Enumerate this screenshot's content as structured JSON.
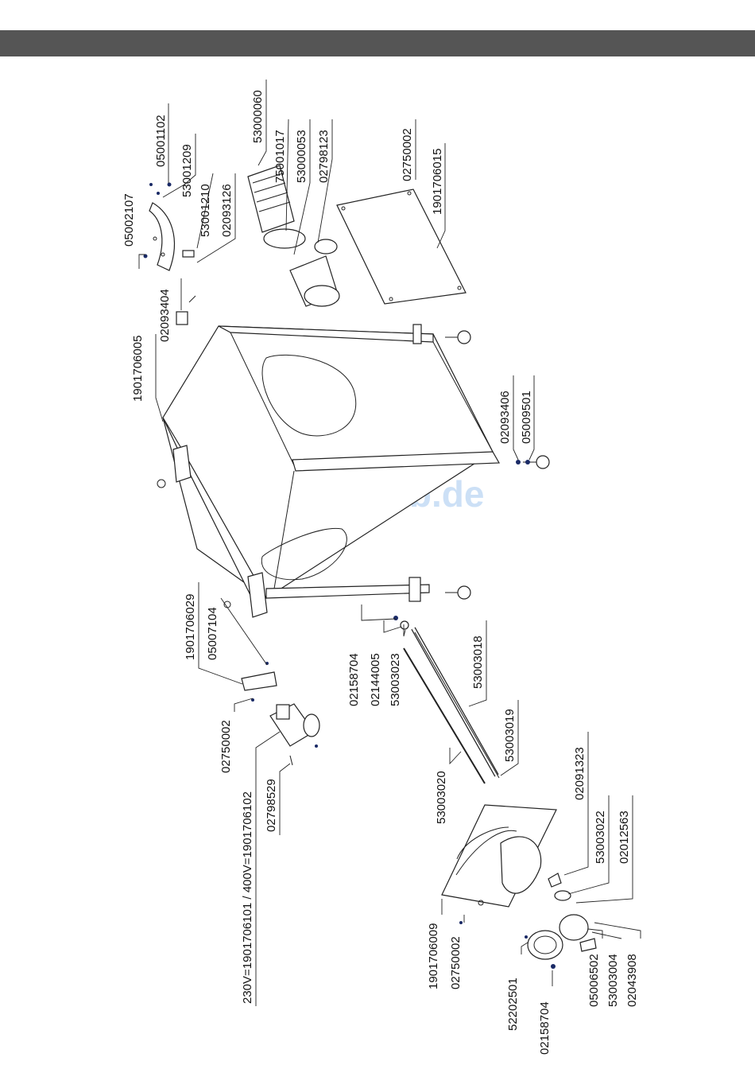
{
  "watermark": "ManualsLib.de",
  "part_labels": {
    "p05002107": "05002107",
    "p05001102": "05001102",
    "p53001209": "53001209",
    "p53001210": "53001210",
    "p02093126": "02093126",
    "p02093404": "02093404",
    "p53000060": "53000060",
    "p75001017": "75001017",
    "p53000053": "53000053",
    "p02798123": "02798123",
    "p02750002_top": "02750002",
    "p1901706015": "1901706015",
    "p1901706005": "1901706005",
    "p02093406": "02093406",
    "p05009501": "05009501",
    "p1901706029": "1901706029",
    "p05007104": "05007104",
    "p02750002_mid": "02750002",
    "p230v": "230V=1901706101 / 400V=1901706102",
    "p02798529": "02798529",
    "p02158704_mid": "02158704",
    "p02144005": "02144005",
    "p53003023": "53003023",
    "p53003018": "53003018",
    "p53003019": "53003019",
    "p53003020": "53003020",
    "p02091323": "02091323",
    "p53003022": "53003022",
    "p02012563": "02012563",
    "p1901706009": "1901706009",
    "p02750002_bot": "02750002",
    "p52202501": "52202501",
    "p02158704_bot": "02158704",
    "p05006502": "05006502",
    "p53003004": "53003004",
    "p02043908": "02043908"
  }
}
